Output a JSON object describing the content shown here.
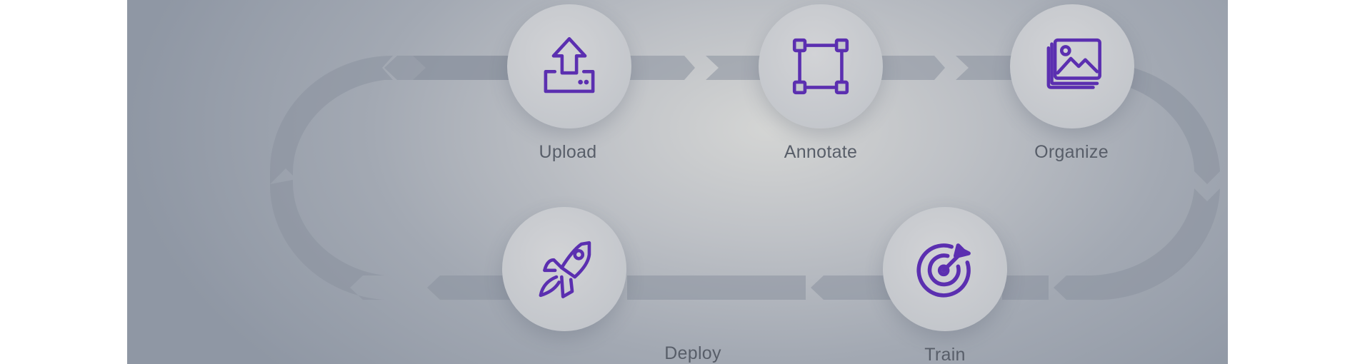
{
  "colors": {
    "icon": "#5b2fb0",
    "label": "#585e69",
    "arrow": "#8a929f"
  },
  "steps": [
    {
      "label": "Upload",
      "icon": "upload-icon"
    },
    {
      "label": "Annotate",
      "icon": "bounding-box-icon"
    },
    {
      "label": "Organize",
      "icon": "images-icon"
    },
    {
      "label": "Train",
      "icon": "target-icon"
    },
    {
      "label": "Deploy",
      "icon": "rocket-icon"
    }
  ]
}
